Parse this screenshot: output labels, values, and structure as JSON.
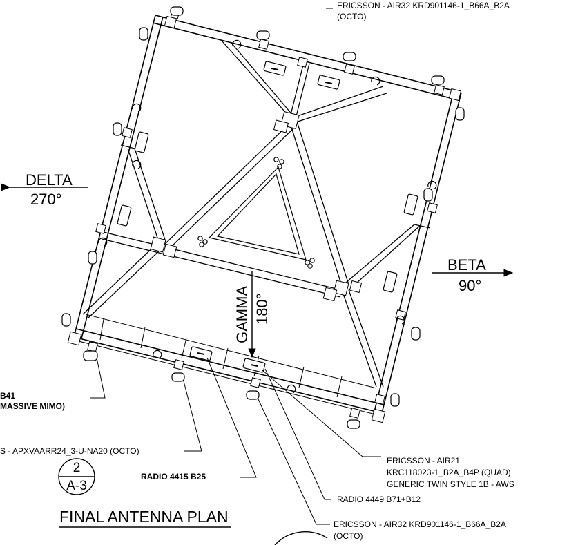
{
  "directions": {
    "delta": {
      "name": "DELTA",
      "degrees": "270°"
    },
    "beta": {
      "name": "BETA",
      "degrees": "90°"
    },
    "gamma": {
      "name": "GAMMA",
      "degrees": "180°"
    }
  },
  "callouts": {
    "top_right_line1": "ERICSSON - AIR32 KRD901146-1_B66A_B2A",
    "top_right_line2": "(OCTO)",
    "b41_line1": "B41",
    "b41_line2": "MASSIVE MIMO)",
    "commscope": "S - APXVAARR24_3-U-NA20 (OCTO)",
    "radio_4415": "RADIO 4415 B25",
    "air21_line1": "ERICSSON - AIR21",
    "air21_line2": "KRC118023-1_B2A_B4P (QUAD)",
    "air21_line3": "GENERIC TWIN STYLE 1B - AWS",
    "radio_4449": "RADIO 4449 B71+B12",
    "bottom_right_line1": "ERICSSON - AIR32 KRD901146-1_B66A_B2A",
    "bottom_right_line2": "(OCTO)"
  },
  "detail_tag": {
    "number": "2",
    "sheet": "A-3"
  },
  "plan_title": "FINAL ANTENNA PLAN"
}
